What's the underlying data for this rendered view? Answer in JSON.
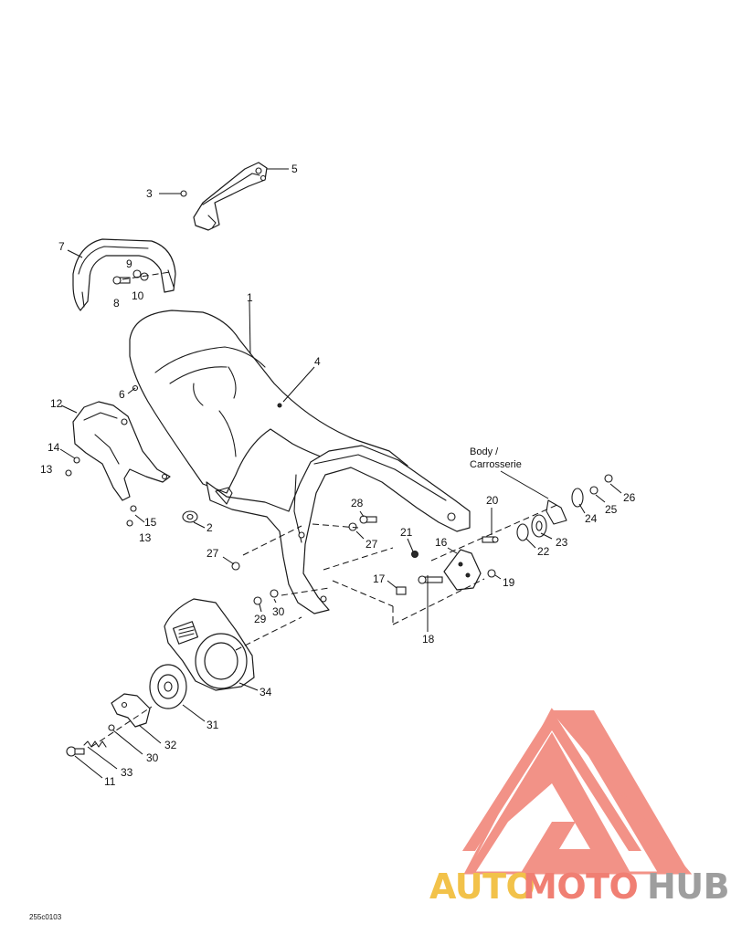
{
  "diagram": {
    "callouts": [
      {
        "id": "c1",
        "text": "1"
      },
      {
        "id": "c2",
        "text": "2"
      },
      {
        "id": "c3",
        "text": "3"
      },
      {
        "id": "c4",
        "text": "4"
      },
      {
        "id": "c5",
        "text": "5"
      },
      {
        "id": "c6",
        "text": "6"
      },
      {
        "id": "c7",
        "text": "7"
      },
      {
        "id": "c8",
        "text": "8"
      },
      {
        "id": "c9",
        "text": "9"
      },
      {
        "id": "c10",
        "text": "10"
      },
      {
        "id": "c11",
        "text": "11"
      },
      {
        "id": "c12",
        "text": "12"
      },
      {
        "id": "c13a",
        "text": "13"
      },
      {
        "id": "c13b",
        "text": "13"
      },
      {
        "id": "c14",
        "text": "14"
      },
      {
        "id": "c15",
        "text": "15"
      },
      {
        "id": "c16",
        "text": "16"
      },
      {
        "id": "c17",
        "text": "17"
      },
      {
        "id": "c18",
        "text": "18"
      },
      {
        "id": "c19",
        "text": "19"
      },
      {
        "id": "c20",
        "text": "20"
      },
      {
        "id": "c21",
        "text": "21"
      },
      {
        "id": "c22",
        "text": "22"
      },
      {
        "id": "c23",
        "text": "23"
      },
      {
        "id": "c24",
        "text": "24"
      },
      {
        "id": "c25",
        "text": "25"
      },
      {
        "id": "c26",
        "text": "26"
      },
      {
        "id": "c27a",
        "text": "27"
      },
      {
        "id": "c27b",
        "text": "27"
      },
      {
        "id": "c28",
        "text": "28"
      },
      {
        "id": "c29",
        "text": "29"
      },
      {
        "id": "c30a",
        "text": "30"
      },
      {
        "id": "c30b",
        "text": "30"
      },
      {
        "id": "c31",
        "text": "31"
      },
      {
        "id": "c32",
        "text": "32"
      },
      {
        "id": "c33",
        "text": "33"
      },
      {
        "id": "c34",
        "text": "34"
      }
    ],
    "body_label_line1": "Body /",
    "body_label_line2": "Carrosserie",
    "figure_code": "255c0103"
  },
  "watermark": {
    "part1": "AUTO",
    "part2": "MOTO",
    "part3": "HUB",
    "colors": {
      "auto": "#f2c24a",
      "moto": "#f07f73",
      "hub": "#9e9e9e",
      "triangle": "#f07f73"
    }
  }
}
